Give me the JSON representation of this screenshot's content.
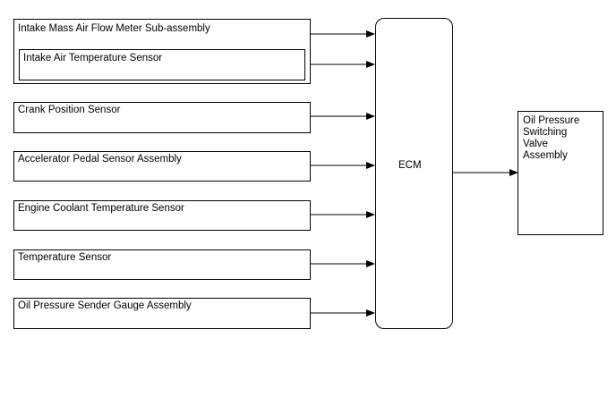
{
  "diagram": {
    "inputs": [
      {
        "id": "maf",
        "label": "Intake Mass Air Flow Meter Sub-assembly"
      },
      {
        "id": "iat",
        "label": "Intake Air Temperature Sensor"
      },
      {
        "id": "crank",
        "label": "Crank Position Sensor"
      },
      {
        "id": "accel",
        "label": "Accelerator Pedal Sensor Assembly"
      },
      {
        "id": "ect",
        "label": "Engine Coolant Temperature Sensor"
      },
      {
        "id": "temp",
        "label": "Temperature Sensor"
      },
      {
        "id": "oil_sender",
        "label": "Oil Pressure Sender Gauge Assembly"
      }
    ],
    "controller": {
      "label": "ECM"
    },
    "output": {
      "label": "Oil Pressure Switching Valve Assembly"
    }
  }
}
